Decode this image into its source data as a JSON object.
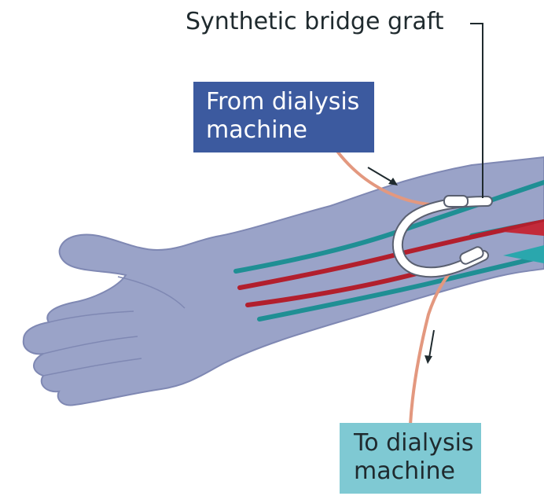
{
  "labels": {
    "graft": "Synthetic bridge graft",
    "from_line1": "From dialysis",
    "from_line2": "machine",
    "to_line1": "To dialysis",
    "to_line2": "machine"
  },
  "colors": {
    "arm": "#9aa3c8",
    "arm_outline": "#7f88b3",
    "artery": "#b21f2d",
    "vein": "#1f8f94",
    "tube": "#e3987f",
    "graft": "#ffffff",
    "from_box": "#3c5a9f",
    "to_box": "#7fc9d3"
  }
}
